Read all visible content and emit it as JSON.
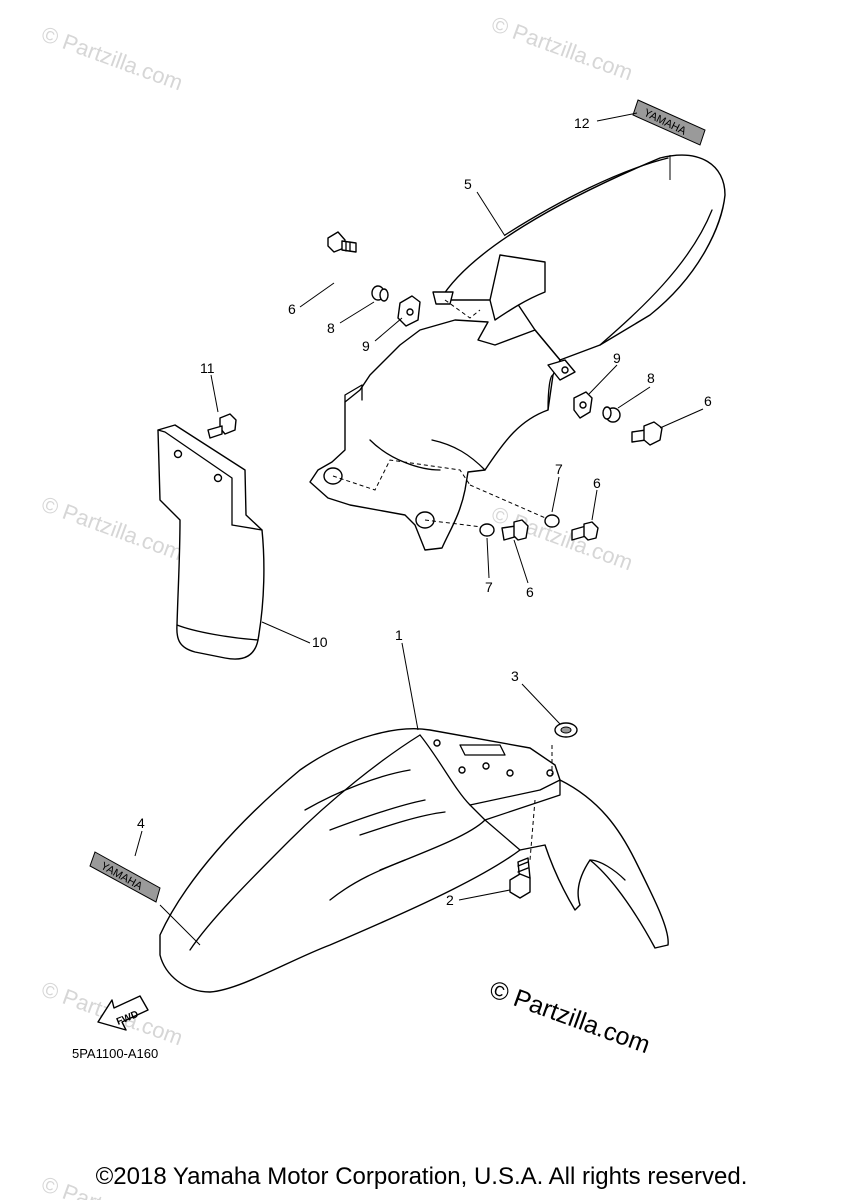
{
  "diagram": {
    "watermark": "© Partzilla.com",
    "watermark_main": "© Partzilla.com",
    "diagram_code": "5PA1100-A160",
    "fwd_label": "FWD",
    "decal_text": "YAMAHA",
    "callouts": {
      "c1": "1",
      "c2": "2",
      "c3": "3",
      "c4": "4",
      "c5": "5",
      "c6a": "6",
      "c6b": "6",
      "c6c": "6",
      "c6d": "6",
      "c7a": "7",
      "c7b": "7",
      "c8a": "8",
      "c8b": "8",
      "c9a": "9",
      "c9b": "9",
      "c10": "10",
      "c11": "11",
      "c12": "12"
    }
  },
  "footer": {
    "copyright": "©2018 Yamaha Motor Corporation, U.S.A. All rights reserved."
  }
}
